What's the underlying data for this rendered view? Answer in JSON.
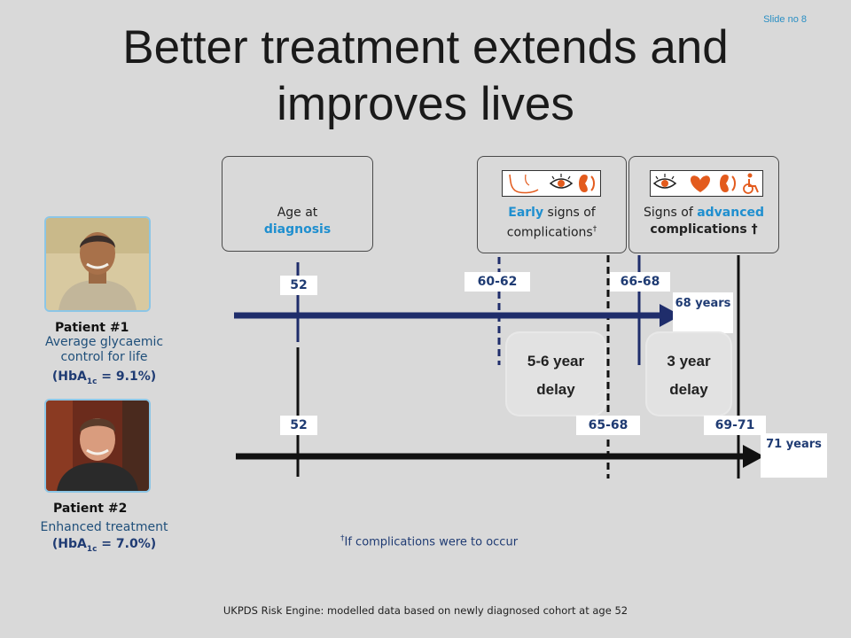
{
  "slide_no": "Slide no 8",
  "title": "Better treatment extends and improves lives",
  "boxes": {
    "diagnosis": {
      "line1": "Age at",
      "line2": "diagnosis"
    },
    "early": {
      "highlight": "Early",
      "rest": " signs of",
      "line2": "complications",
      "mark": "†"
    },
    "advanced": {
      "line1_a": "Signs of ",
      "line1_b": "advanced",
      "line2": "complications",
      "mark": " †"
    }
  },
  "patient1": {
    "name": "Patient #1",
    "desc": "Average glycaemic control for life",
    "hba_label": "(HbA",
    "hba_sub": "1c",
    "hba_value": " = 9.1%)",
    "age_diag": "52",
    "early_age": "60-62",
    "adv_age": "66-68",
    "life": "68 years"
  },
  "patient2": {
    "name": "Patient #2",
    "desc": "Enhanced treatment",
    "hba_label": "(HbA",
    "hba_sub": "1c",
    "hba_value": " = 7.0%)",
    "age_diag": "52",
    "early_age": "65-68",
    "adv_age": "69-71",
    "life": "71 years"
  },
  "delays": {
    "early": {
      "line1": "5-6 year",
      "line2": "delay"
    },
    "advanced": {
      "line1": "3 year",
      "line2": "delay"
    }
  },
  "footnote": {
    "mark": "†",
    "text": "If complications were to occur"
  },
  "footer": "UKPDS Risk Engine: modelled data based on newly diagnosed cohort at age 52",
  "colors": {
    "navy": "#1f2d6b",
    "black": "#111111",
    "accent_blue": "#1f8fcf",
    "orange_icons": "#e35b1d"
  }
}
